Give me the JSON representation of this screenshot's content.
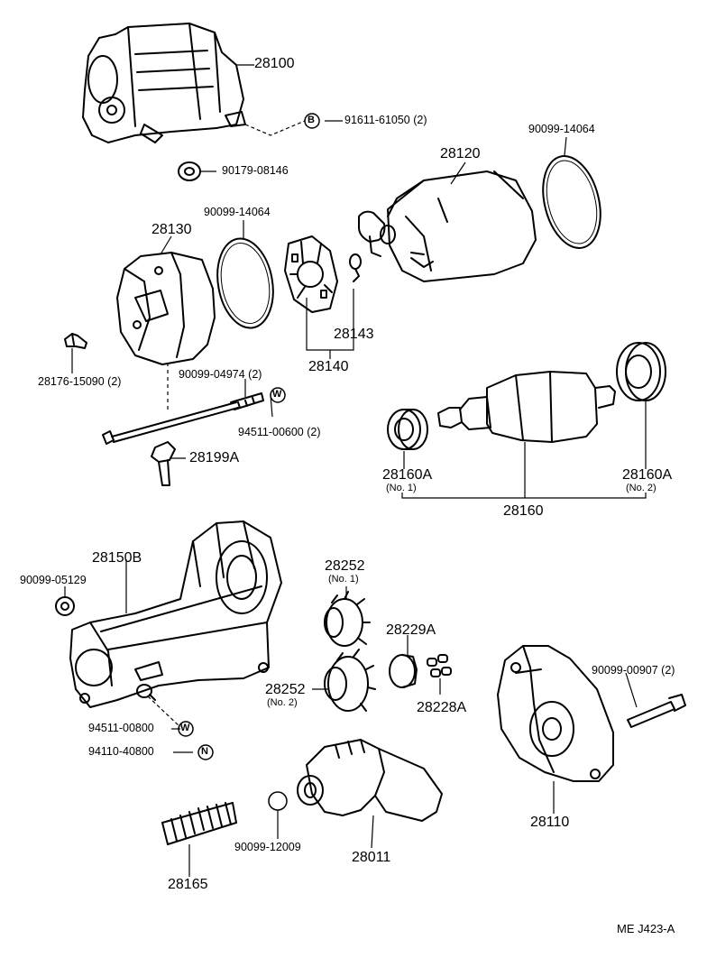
{
  "parts": {
    "p28100": "28100",
    "p91611": "91611-61050 (2)",
    "p90179": "90179-08146",
    "p90099_14064_a": "90099-14064",
    "p28120": "28120",
    "p90099_14064_b": "90099-14064",
    "p28130": "28130",
    "p28143": "28143",
    "p28140": "28140",
    "p28176": "28176-15090 (2)",
    "p90099_04974": "90099-04974 (2)",
    "p94511_00600": "94511-00600 (2)",
    "p28199A": "28199A",
    "p28160A_1": "28160A",
    "p28160A_1_sub": "(No. 1)",
    "p28160A_2": "28160A",
    "p28160A_2_sub": "(No. 2)",
    "p28160": "28160",
    "p28150B": "28150B",
    "p90099_05129": "90099-05129",
    "p28252_1": "28252",
    "p28252_1_sub": "(No. 1)",
    "p28229A": "28229A",
    "p90099_00907": "90099-00907 (2)",
    "p28252_2": "28252",
    "p28252_2_sub": "(No. 2)",
    "p28228A": "28228A",
    "p94511_00800": "94511-00800",
    "p94110_40800": "94110-40800",
    "p90099_12009": "90099-12009",
    "p28011": "28011",
    "p28110": "28110",
    "p28165": "28165"
  },
  "symbols": {
    "B": "B",
    "W1": "W",
    "W2": "W",
    "N": "N"
  },
  "drawing_code": "ME  J423-A"
}
